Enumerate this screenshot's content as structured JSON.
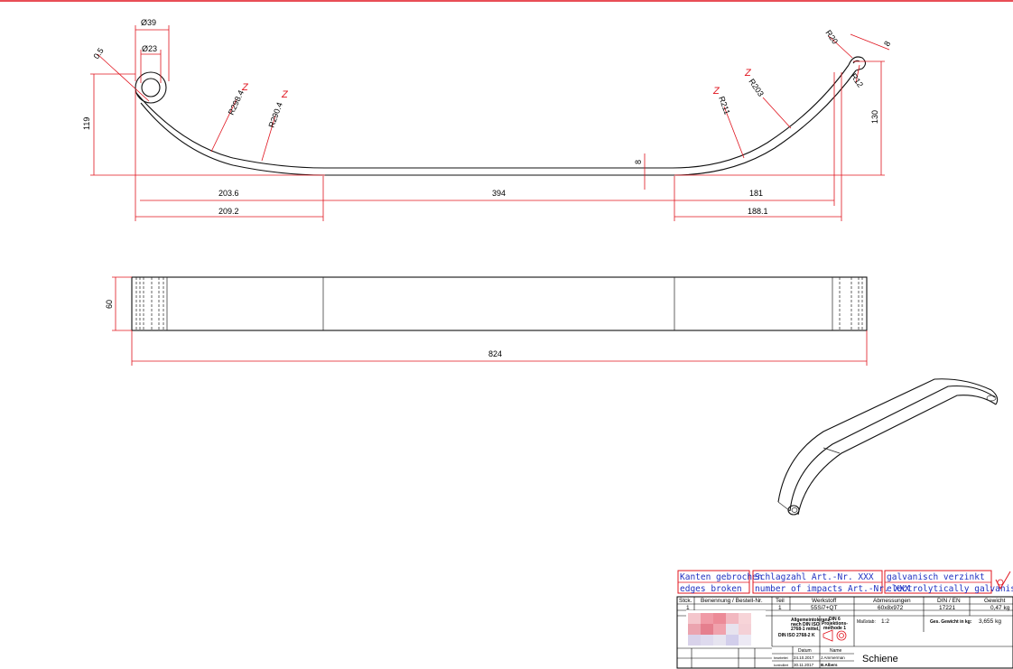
{
  "side_view": {
    "dims": {
      "dia_outer": "Ø39",
      "dia_inner": "Ø23",
      "gap_left": "0.5",
      "height_left": "119",
      "radius_1": "R298.4",
      "radius_2": "R290.4",
      "thickness": "8",
      "len_1": "203.6",
      "len_2": "209.2",
      "len_mid": "394",
      "len_3": "181",
      "len_4": "188.1",
      "radius_3": "R211",
      "radius_4": "R203",
      "radius_5": "R20",
      "radius_6": "R12",
      "thick_right": "8",
      "height_right": "130"
    },
    "z_mark": "Z"
  },
  "top_view": {
    "width": "60",
    "overall_length": "824"
  },
  "notes": {
    "edges_de": "Kanten gebrochen",
    "edges_en": "edges broken",
    "impacts_de": "Schlagzahl Art.-Nr. XXX",
    "impacts_en": "number of impacts Art.-Nr. XXX",
    "galv_de": "galvanisch verzinkt",
    "galv_en": "electrolytically galvanised"
  },
  "title_block": {
    "headers": [
      "Stck.",
      "Benennung / Bestell-Nr.",
      "Teil",
      "Werkstoff",
      "Abmessungen",
      "DIN / EN",
      "Gewicht"
    ],
    "row": [
      "1",
      "1",
      "55Si7+QT",
      "60x8x972",
      "17221",
      "0,47 kg"
    ],
    "tolerance": [
      "Allgemeintoleranz",
      "nach DIN ISO",
      "2768-1 mittel,",
      "DIN ISO 2768-2 K"
    ],
    "projection": [
      "DIN 6",
      "Projektions-",
      "methode 1"
    ],
    "scale_label": "Maßstab:",
    "scale_value": "1:2",
    "total_weight_label": "Ges. Gewicht in kg:",
    "total_weight_value": "3,655 kg",
    "date_label": "Datum",
    "name_label": "Name",
    "drawn_label": "bearbeitet",
    "drawn_date": "24.10.2017",
    "drawn_name": "J.Ammerman",
    "checked_label": "kontrolliert",
    "checked_date": "30.11.2017",
    "checked_name": "B.Albers",
    "title": "Schiene"
  }
}
